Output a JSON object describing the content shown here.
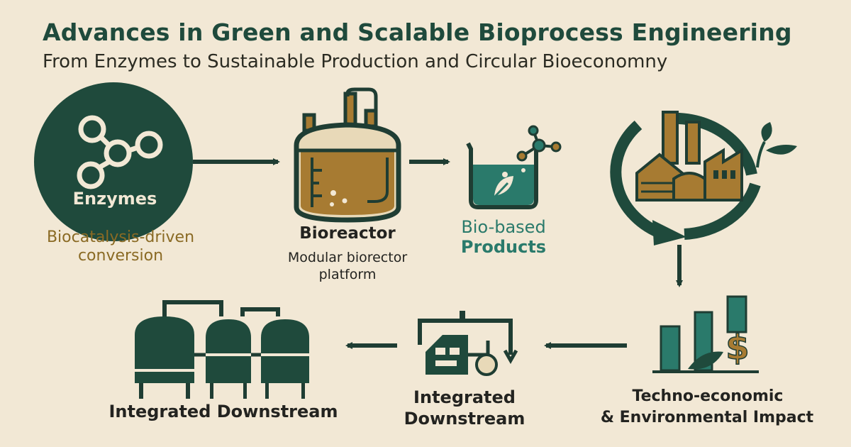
{
  "header": {
    "title": "Advances in Green and Scalable Bioprocess Engineering",
    "subtitle": "From Enzymes to Sustainable Production and Circular Bioeconomny"
  },
  "nodes": {
    "enzymes": {
      "label": "Enzymes",
      "caption_line1": "Biocatalysis-driven",
      "caption_line2": "conversion"
    },
    "bioreactor": {
      "label": "Bioreactor",
      "caption_line1": "Modular biorector",
      "caption_line2": "platform"
    },
    "products": {
      "label_line1": "Bio-based",
      "label_line2": "Products"
    },
    "tea": {
      "label_line1": "Techno-economic",
      "label_line2": "& Environmental Impact"
    },
    "integrated_mid": {
      "label_line1": "Integrated",
      "label_line2": "Downstream"
    },
    "integrated_left": {
      "label": "Integrated Downstream"
    },
    "dollar": "$"
  },
  "colors": {
    "background": "#f2e8d5",
    "dark_green": "#1f4a3c",
    "teal": "#2a7a6b",
    "gold": "#a77b32",
    "caption_gold": "#8a6a24"
  }
}
